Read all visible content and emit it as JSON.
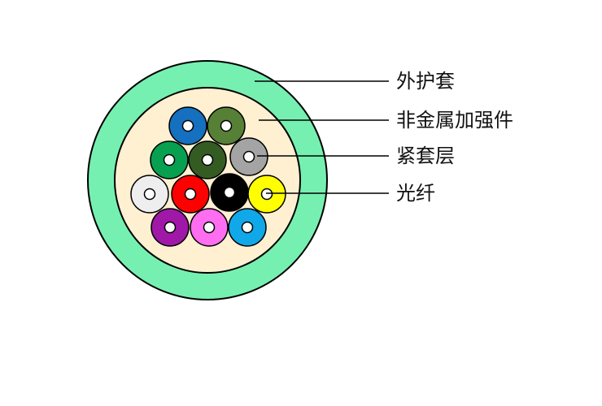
{
  "colors": {
    "outer_jacket": "#76f0b0",
    "strength_member": "#fff0d2",
    "outline": "#000000",
    "fiber_core": "#ffffff"
  },
  "labels": {
    "outer_jacket": "外护套",
    "strength_member": "非金属加强件",
    "tight_buffer": "紧套层",
    "optical_fiber": "光纤"
  },
  "fibers": [
    {
      "color": "#1570c0"
    },
    {
      "color": "#568036"
    },
    {
      "color": "#07a050"
    },
    {
      "color": "#345c22"
    },
    {
      "color": "#a4a4a4"
    },
    {
      "color": "#eeeeee"
    },
    {
      "color": "#ff0000"
    },
    {
      "color": "#000000"
    },
    {
      "color": "#ffff00"
    },
    {
      "color": "#a018a8"
    },
    {
      "color": "#ff6ef0"
    },
    {
      "color": "#10a8e8"
    }
  ]
}
